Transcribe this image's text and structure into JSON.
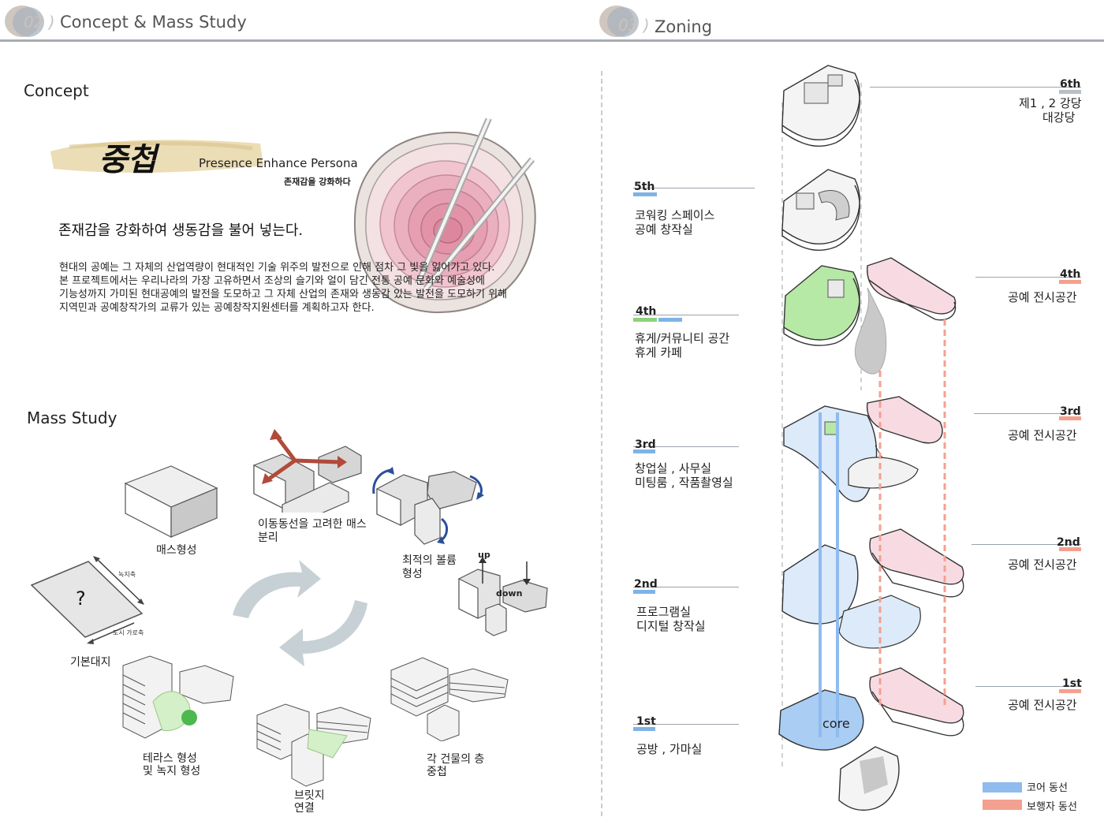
{
  "left_header": {
    "number": "02 )",
    "title": "Concept & Mass Study"
  },
  "right_header": {
    "number": "03 )",
    "title": "Zoning"
  },
  "concept": {
    "heading": "Concept",
    "keyword": "중첩",
    "keyword_en": "Presence Enhance Persona",
    "keyword_ko": "존재감을 강화하다",
    "tagline": "존재감을 강화하여 생동감을 불어 넣는다.",
    "paragraph": [
      "현대의 공예는 그 자체의 산업역량이 현대적인 기술 위주의 발전으로 인해 점차 그 빛을 잃어가고 있다.",
      "본 프로젝트에서는 우리나라의 가장 고유하면서 조상의 슬기와 얼이 담긴 전통 공예 문화와 예술성에",
      "기능성까지 가미된 현대공예의 발전을 도모하고 그 자체 산업의 존재와 생동감 있는 발전을 도모하기 위해",
      "지역민과 공예창작가의 교류가 있는 공예창작지원센터를 계획하고자 한다."
    ]
  },
  "mass_study": {
    "heading": "Mass Study",
    "site_mark": "?",
    "axis_green": "녹지축",
    "axis_street": "도시 가로축",
    "step_site": "기본대지",
    "step_mass": "매스형성",
    "step_split": [
      "이동동선을 고려한 매스",
      "분리"
    ],
    "step_volume": [
      "최적의 볼륨",
      "형성"
    ],
    "up": "up",
    "down": "down",
    "step_overlap": [
      "각 건물의 층",
      "중첩"
    ],
    "step_bridge": [
      "브릿지",
      "연결"
    ],
    "step_terrace": [
      "테라스 형성",
      "및 녹지 형성"
    ]
  },
  "zoning": {
    "floors_right": [
      {
        "label": "6th",
        "desc": [
          "제1 , 2 강당",
          "대강당"
        ],
        "color": "#b8bec4"
      },
      {
        "label": "4th",
        "desc": [
          "공예 전시공간"
        ],
        "color": "#f4a090"
      },
      {
        "label": "3rd",
        "desc": [
          "공예 전시공간"
        ],
        "color": "#f4a090"
      },
      {
        "label": "2nd",
        "desc": [
          "공예 전시공간"
        ],
        "color": "#f4a090"
      },
      {
        "label": "1st",
        "desc": [
          "공예 전시공간"
        ],
        "color": "#f4a090"
      }
    ],
    "floors_left": [
      {
        "label": "5th",
        "desc": [
          "코워킹 스페이스",
          "      공예 창작실"
        ],
        "bars": [
          "#7fb3e6"
        ]
      },
      {
        "label": "4th",
        "desc": [
          "휴게/커뮤니티 공간",
          "휴게 카페"
        ],
        "bars": [
          "#8ed17a",
          "#7fb3e6"
        ]
      },
      {
        "label": "3rd",
        "desc": [
          "창업실 , 사무실",
          "미팅룸 , 작품촬영실"
        ],
        "bars": [
          "#7fb3e6"
        ]
      },
      {
        "label": "2nd",
        "desc": [
          "프로그램실",
          "디지털 창작실"
        ],
        "bars": [
          "#7fb3e6"
        ]
      },
      {
        "label": "1st",
        "desc": [
          "공방 , 가마실"
        ],
        "bars": [
          "#7fb3e6"
        ]
      }
    ],
    "core_label": "core",
    "legend": [
      {
        "label": "코어 동선",
        "color": "#8fbbee"
      },
      {
        "label": "보행자 동선",
        "color": "#f4a090"
      }
    ]
  }
}
